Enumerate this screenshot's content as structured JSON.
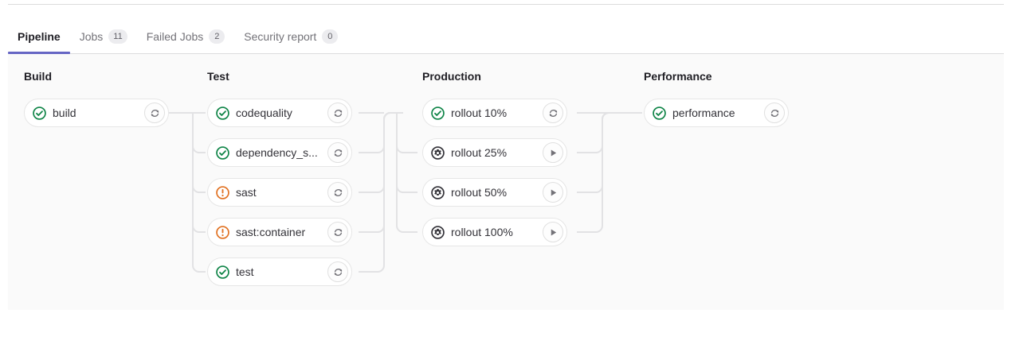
{
  "tabs": [
    {
      "label": "Pipeline",
      "badge": null,
      "active": true,
      "name": "tab-pipeline"
    },
    {
      "label": "Jobs",
      "badge": "11",
      "active": false,
      "name": "tab-jobs"
    },
    {
      "label": "Failed Jobs",
      "badge": "2",
      "active": false,
      "name": "tab-failed-jobs"
    },
    {
      "label": "Security report",
      "badge": "0",
      "active": false,
      "name": "tab-security-report"
    }
  ],
  "colors": {
    "active_tab_underline": "#6666c4",
    "success": "#108548",
    "warning": "#e17223",
    "manual": "#333238",
    "panel_background": "#fafafa",
    "card_border": "#e6e6e6",
    "connector": "#e2e2e4"
  },
  "stages": [
    {
      "title": "Build",
      "jobs": [
        {
          "name": "build",
          "status": "success",
          "action": "retry"
        }
      ]
    },
    {
      "title": "Test",
      "jobs": [
        {
          "name": "codequality",
          "status": "success",
          "action": "retry"
        },
        {
          "name": "dependency_s...",
          "status": "success",
          "action": "retry"
        },
        {
          "name": "sast",
          "status": "warning",
          "action": "retry"
        },
        {
          "name": "sast:container",
          "status": "warning",
          "action": "retry"
        },
        {
          "name": "test",
          "status": "success",
          "action": "retry"
        }
      ]
    },
    {
      "title": "Production",
      "jobs": [
        {
          "name": "rollout 10%",
          "status": "success",
          "action": "retry"
        },
        {
          "name": "rollout 25%",
          "status": "manual",
          "action": "play"
        },
        {
          "name": "rollout 50%",
          "status": "manual",
          "action": "play"
        },
        {
          "name": "rollout 100%",
          "status": "manual",
          "action": "play"
        }
      ]
    },
    {
      "title": "Performance",
      "jobs": [
        {
          "name": "performance",
          "status": "success",
          "action": "retry"
        }
      ]
    }
  ],
  "icons": {
    "success": "status-success-icon",
    "warning": "status-warning-icon",
    "manual": "status-manual-icon",
    "retry": "retry-icon",
    "play": "play-icon"
  }
}
